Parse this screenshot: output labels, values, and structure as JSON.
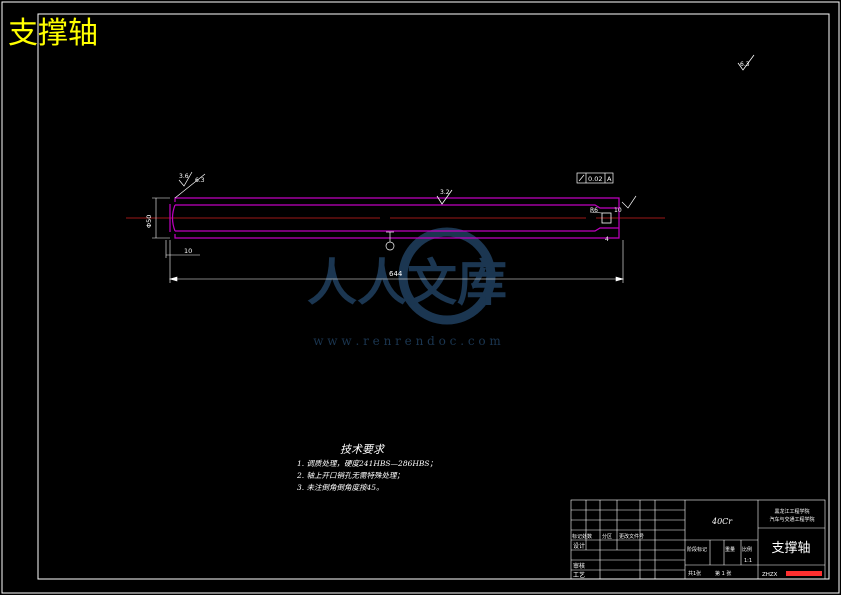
{
  "title": "支撑轴",
  "roughness_general": "6.3",
  "roughness_labels": [
    "3.6",
    "6.3",
    "3.2"
  ],
  "chamfer_label": "R6",
  "geometric_tolerance": {
    "value": "0.02",
    "datum": "A"
  },
  "dimensions": {
    "diameter": "Φ50",
    "shoulder": "10",
    "total_length": "644",
    "right_small": "4",
    "right_label": "R6",
    "right_value": "10"
  },
  "watermark": {
    "brand": "人人文库",
    "url": "w w w . r e n r e n d o c . c o m"
  },
  "tech_requirements": {
    "heading": "技术要求",
    "items": [
      "1. 调质处理，硬度241HBS—286HBS；",
      "2. 轴上开口销孔无需特殊处理；",
      "3. 未注倒角倒角度按45。"
    ]
  },
  "title_block": {
    "material": "40Cr",
    "part_name": "支撑轴",
    "school_line1": "黑龙江工程学院",
    "school_line2": "汽车与交通工程学院",
    "row_labels": [
      "设计",
      "审核",
      "工艺"
    ],
    "col_labels": [
      "标记处数",
      "分区",
      "更改文件号"
    ],
    "mark_labels": [
      "阶段标记",
      "重量",
      "比例"
    ],
    "scale": "1:1",
    "sheet_total": "共1张",
    "sheet_index": "第 1 张",
    "drawing_no": "ZHZX"
  },
  "colors": {
    "background": "#000000",
    "frame": "#ffffff",
    "part_outline": "#c000c0",
    "center_line": "#d02020",
    "dimension": "#ffffff",
    "title": "#ffff00",
    "watermark": "#1e3c5a",
    "drawing_no": "#ff3030"
  }
}
